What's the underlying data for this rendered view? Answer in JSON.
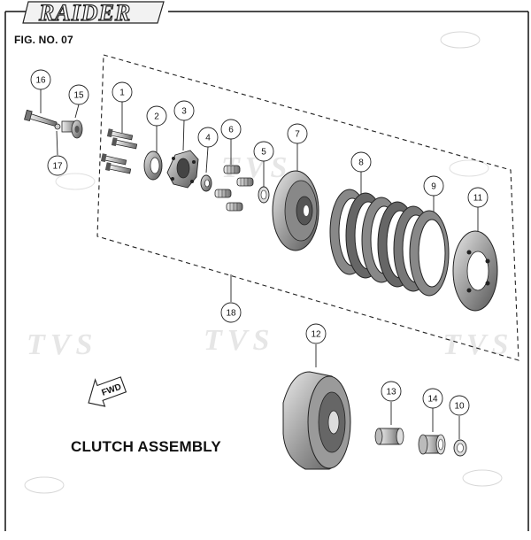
{
  "header": {
    "logo_text": "RAIDER",
    "figure_number": "FIG. NO. 07"
  },
  "diagram": {
    "title": "CLUTCH ASSEMBLY",
    "fwd_label": "FWD",
    "watermark_text": "TVS",
    "callouts": [
      "16",
      "15",
      "17",
      "1",
      "2",
      "3",
      "4",
      "6",
      "5",
      "7",
      "8",
      "9",
      "11",
      "18",
      "12",
      "13",
      "14",
      "10"
    ]
  },
  "colors": {
    "line": "#1a1a1a",
    "part_fill": "#9a9a9a",
    "part_dark": "#4a4a4a",
    "watermark": "#e6e6e6"
  }
}
